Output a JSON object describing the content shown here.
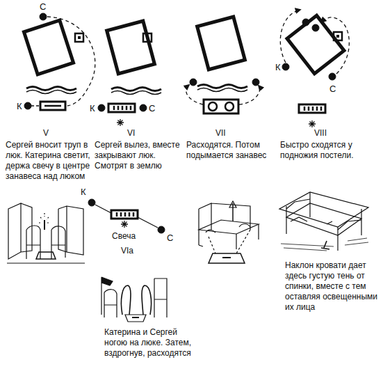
{
  "diagram": {
    "labels": [
      "С",
      "К",
      "К",
      "С",
      "К",
      "С",
      "V",
      "VI",
      "VII",
      "VIII",
      "Сергей вносит труп в люк. Катерина светит, держа свечу в центре занавеса над люком",
      "Сергей вылез, вместе закрывают люк. Смотрят в землю",
      "Расходятся. Потом подымается занавес",
      "Быстро сходятся у подножия постели.",
      "К",
      "Свеча",
      "С",
      "VIa",
      "Катерина и Сергей ногою на люке. Затем, вздрогнув, расходятся",
      "Наклон кровати дает здесь густую тень от спинки, вместе с тем оставляя освещенными их лица"
    ]
  }
}
